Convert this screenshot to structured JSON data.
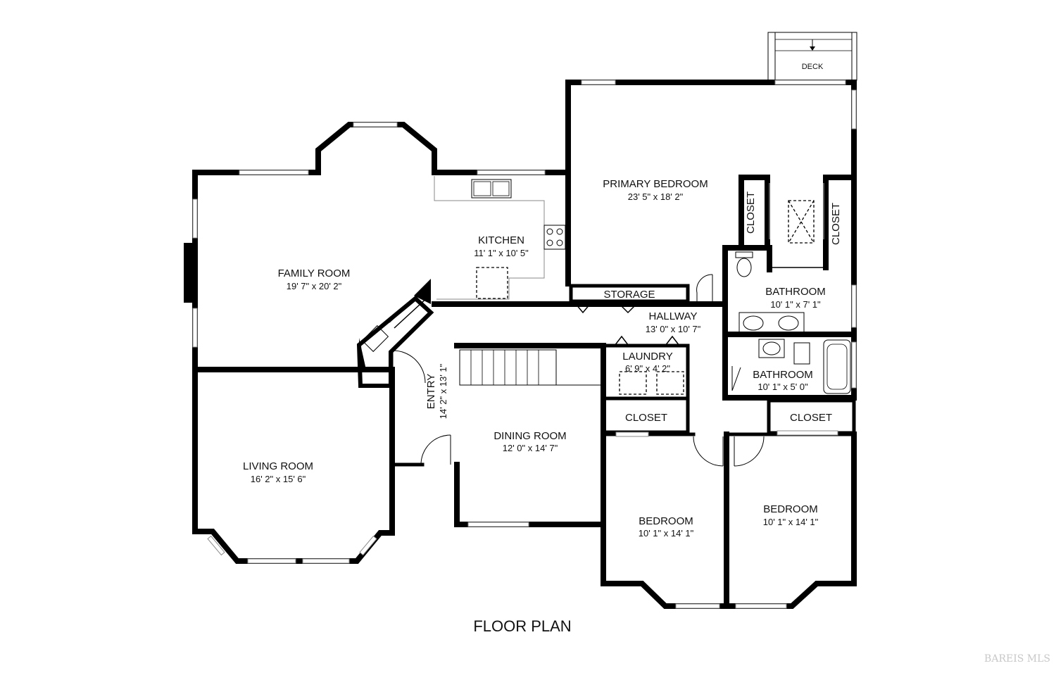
{
  "title": "FLOOR PLAN",
  "rooms": {
    "primary_bedroom": {
      "name": "PRIMARY BEDROOM",
      "dim": "23' 5\" x 18' 2\""
    },
    "family_room": {
      "name": "FAMILY ROOM",
      "dim": "19' 7\" x 20' 2\""
    },
    "kitchen": {
      "name": "KITCHEN",
      "dim": "11' 1\" x 10' 5\""
    },
    "storage": {
      "name": "STORAGE"
    },
    "hallway": {
      "name": "HALLWAY",
      "dim": "13' 0\" x 10' 7\""
    },
    "laundry": {
      "name": "LAUNDRY",
      "dim": "6' 9\" x 4' 2\""
    },
    "bathroom_primary": {
      "name": "BATHROOM",
      "dim": "10' 1\" x 7' 1\""
    },
    "bathroom_hall": {
      "name": "BATHROOM",
      "dim": "10' 1\" x 5' 0\""
    },
    "closet_primary_left": {
      "name": "CLOSET"
    },
    "closet_primary_right": {
      "name": "CLOSET"
    },
    "closet_bed_left": {
      "name": "CLOSET"
    },
    "closet_bed_right": {
      "name": "CLOSET"
    },
    "entry": {
      "name": "ENTRY",
      "dim": "14' 2\" x 13' 1\""
    },
    "dining_room": {
      "name": "DINING ROOM",
      "dim": "12' 0\" x 14' 7\""
    },
    "living_room": {
      "name": "LIVING ROOM",
      "dim": "16' 2\" x 15' 6\""
    },
    "bedroom_left": {
      "name": "BEDROOM",
      "dim": "10' 1\" x 14' 1\""
    },
    "bedroom_right": {
      "name": "BEDROOM",
      "dim": "10' 1\" x 14' 1\""
    },
    "deck": {
      "name": "DECK"
    }
  },
  "watermark": "BAREIS MLS"
}
